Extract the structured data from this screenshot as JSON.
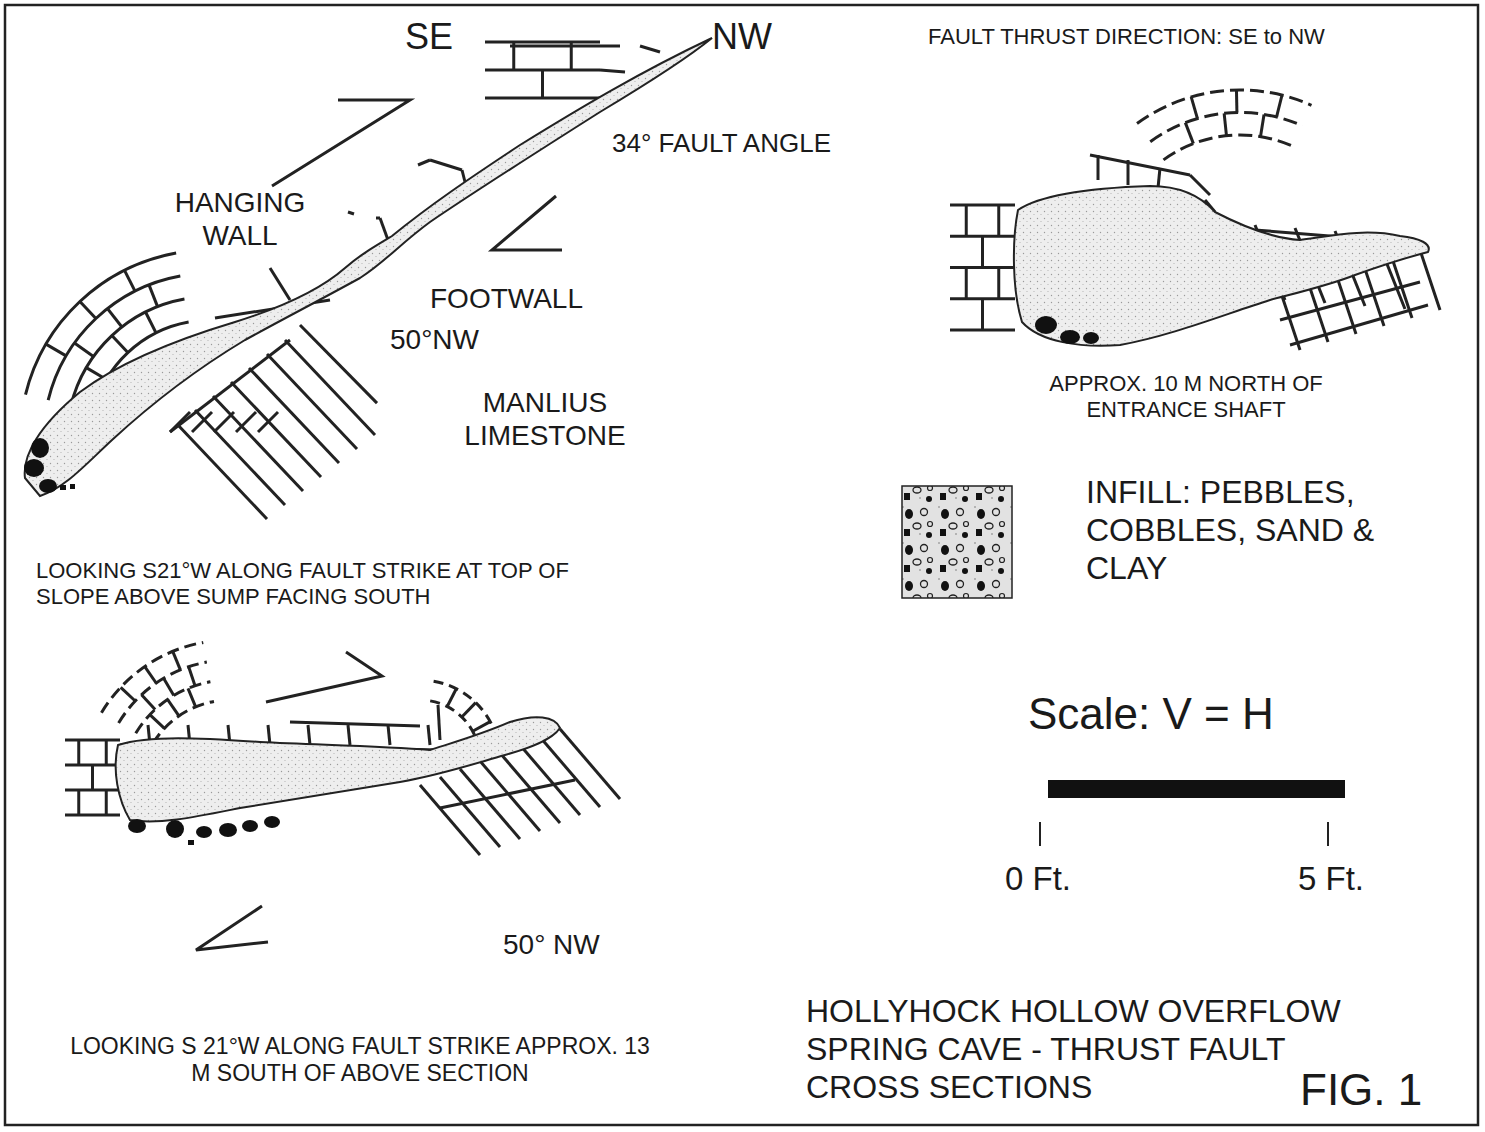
{
  "diagram": {
    "caption": "HOLLYHOCK HOLLOW OVERFLOW SPRING CAVE - THRUST FAULT CROSS SECTIONS",
    "labels": [
      "SE",
      "NW",
      "FAULT THRUST DIRECTION: SE to NW",
      "34° FAULT ANGLE",
      "HANGING WALL",
      "FOOTWALL",
      "50°NW",
      "MANLIUS LIMESTONE",
      "LOOKING S21°W ALONG FAULT STRIKE AT TOP OF SLOPE ABOVE SUMP FACING SOUTH",
      "APPROX. 10 M NORTH OF ENTRANCE SHAFT",
      "Scale: V = H",
      "0 Ft.",
      "5 Ft.",
      "50° NW",
      "LOOKING S 21°W ALONG FAULT STRIKE APPROX. 13 M SOUTH OF ABOVE SECTION",
      "FIG. 1"
    ],
    "legend": [
      {
        "text": "INFILL: PEBBLES, COBBLES, SAND & CLAY"
      }
    ]
  }
}
